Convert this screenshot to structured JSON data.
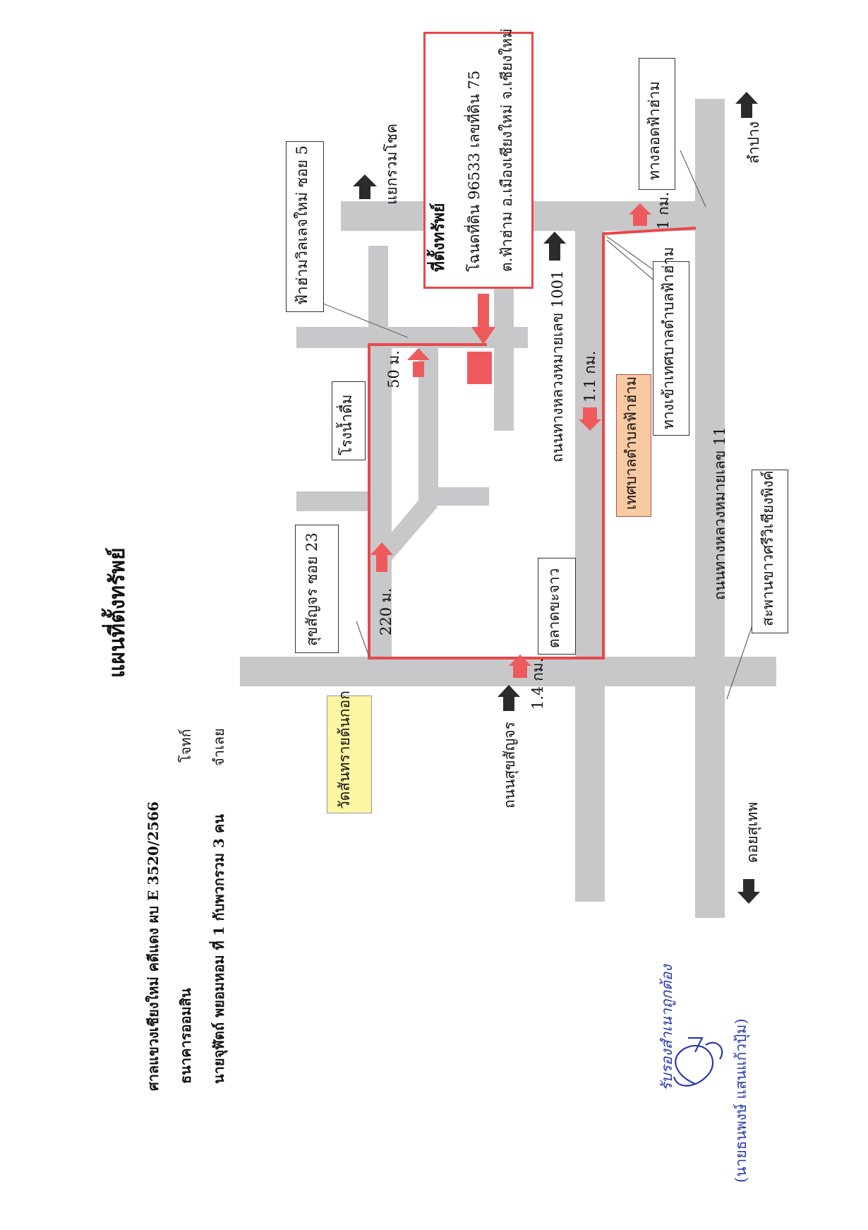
{
  "header": {
    "title": "แผนที่ตั้งทรัพย์",
    "court": "ศาลแขวงเชียงใหม่  คดีแดง  ผบ E 3520/2566",
    "plaintiff": "ธนาคารออมสิน",
    "plaintiff_role": "โจทก์",
    "defendant": "นายจุฬัตถ์  พยอมหอม ที่ 1 กับพวกรวม 3 คน",
    "defendant_role": "จำเลย"
  },
  "property": {
    "heading": "ที่ตั้งทรัพย์",
    "deed": "โฉนดที่ดิน   96533  เลขที่ดิน 75",
    "address": "ต.ฟ้าฮ่าม อ.เมืองเชียงใหม่  จ.เชียงใหม่"
  },
  "labels": {
    "soi5": "ฟ้าฮ่ามวิลเลจใหม่  ซอย 5",
    "yaek": "แยกรวมโชค",
    "turn_to_faham": "ทางลอดฟ้าฮ่าม",
    "lampang": "ลำปาง",
    "water_plant": "โรงน้ำดื่ม",
    "hwy1001": "ถนนทางหลวงหมายเลข 1001",
    "entry_municipality": "ทางเข้าเทศบาลตำบลฟ้าฮ่าม",
    "municipality": "เทศบาลตำบลฟ้าฮ่าม",
    "hwy11": "ถนนทางหลวงหมายเลข 11",
    "bridge": "สะพานขาวศรีวิเชียงพิงค์",
    "sukhsanjai23": "สุขสัญจร ซอย 23",
    "market": "ตลาดขะจาว",
    "temple": "วัดสันทรายต้นกอก",
    "sukhsanjai_rd": "ถนนสุขสัญจร",
    "doi_suthep": "ดอยสุเทพ"
  },
  "distances": {
    "d50": "50 ม.",
    "d220": "220 ม.",
    "d11": "1.1 กม.",
    "d1": "1 กม.",
    "d14": "1.4 กม."
  },
  "signature": {
    "certify": "รับรองสำเนาถูกต้อง",
    "name": "(นายธนพงษ์  แสนแก้วปุ้ม)"
  },
  "colors": {
    "road": "#c8c8ca",
    "route": "#e8484a",
    "arrow": "#ee5a5c",
    "dark_arrow": "#2b2b2b",
    "temple_bg": "#fdf6a3",
    "municipality_bg": "#f9c9a1",
    "signature_ink": "#2a3aa8"
  }
}
